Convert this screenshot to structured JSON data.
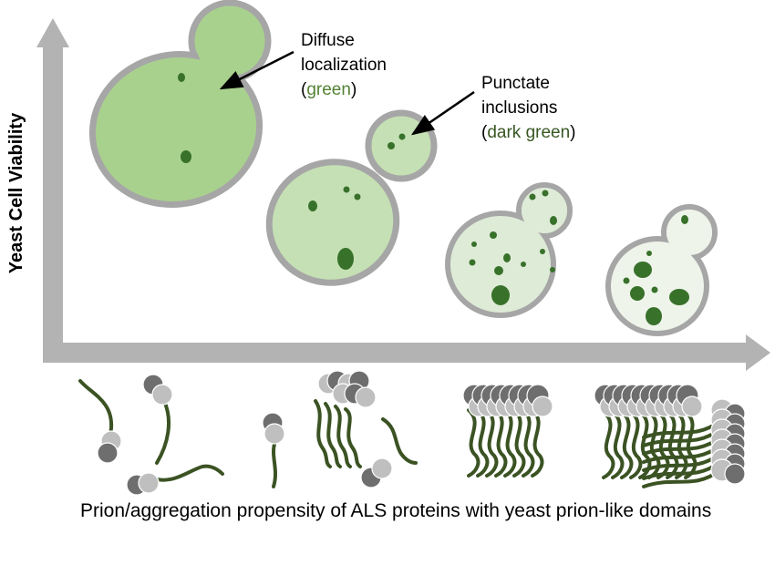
{
  "y_axis_label": "Yeast Cell Viability",
  "caption": "Prion/aggregation propensity of ALS proteins with yeast prion-like domains",
  "annotations": {
    "diffuse": {
      "line1": "Diffuse",
      "line2": "localization",
      "paren_open": "(",
      "color_word": "green",
      "paren_close": ")"
    },
    "punctate": {
      "line1": "Punctate",
      "line2": "inclusions",
      "paren_open": "(",
      "color_word": "dark green",
      "paren_close": ")"
    }
  },
  "colors": {
    "axis": "#b3b3b3",
    "cell_outline": "#a6a6a6",
    "cell_fill_stages": [
      "#a9d18e",
      "#c5e0b4",
      "#deebd7",
      "#eef4ea"
    ],
    "puncta": "#38712a",
    "green_text": "#548235",
    "dark_green_text": "#385723",
    "protein_strand": "#3b5323",
    "protein_head_dark": "#6e6e6e",
    "protein_head_light": "#bfbfbf"
  },
  "icons": {
    "cells": "budding-yeast-cell-icon",
    "proteins": "prion-like-protein-icon"
  }
}
